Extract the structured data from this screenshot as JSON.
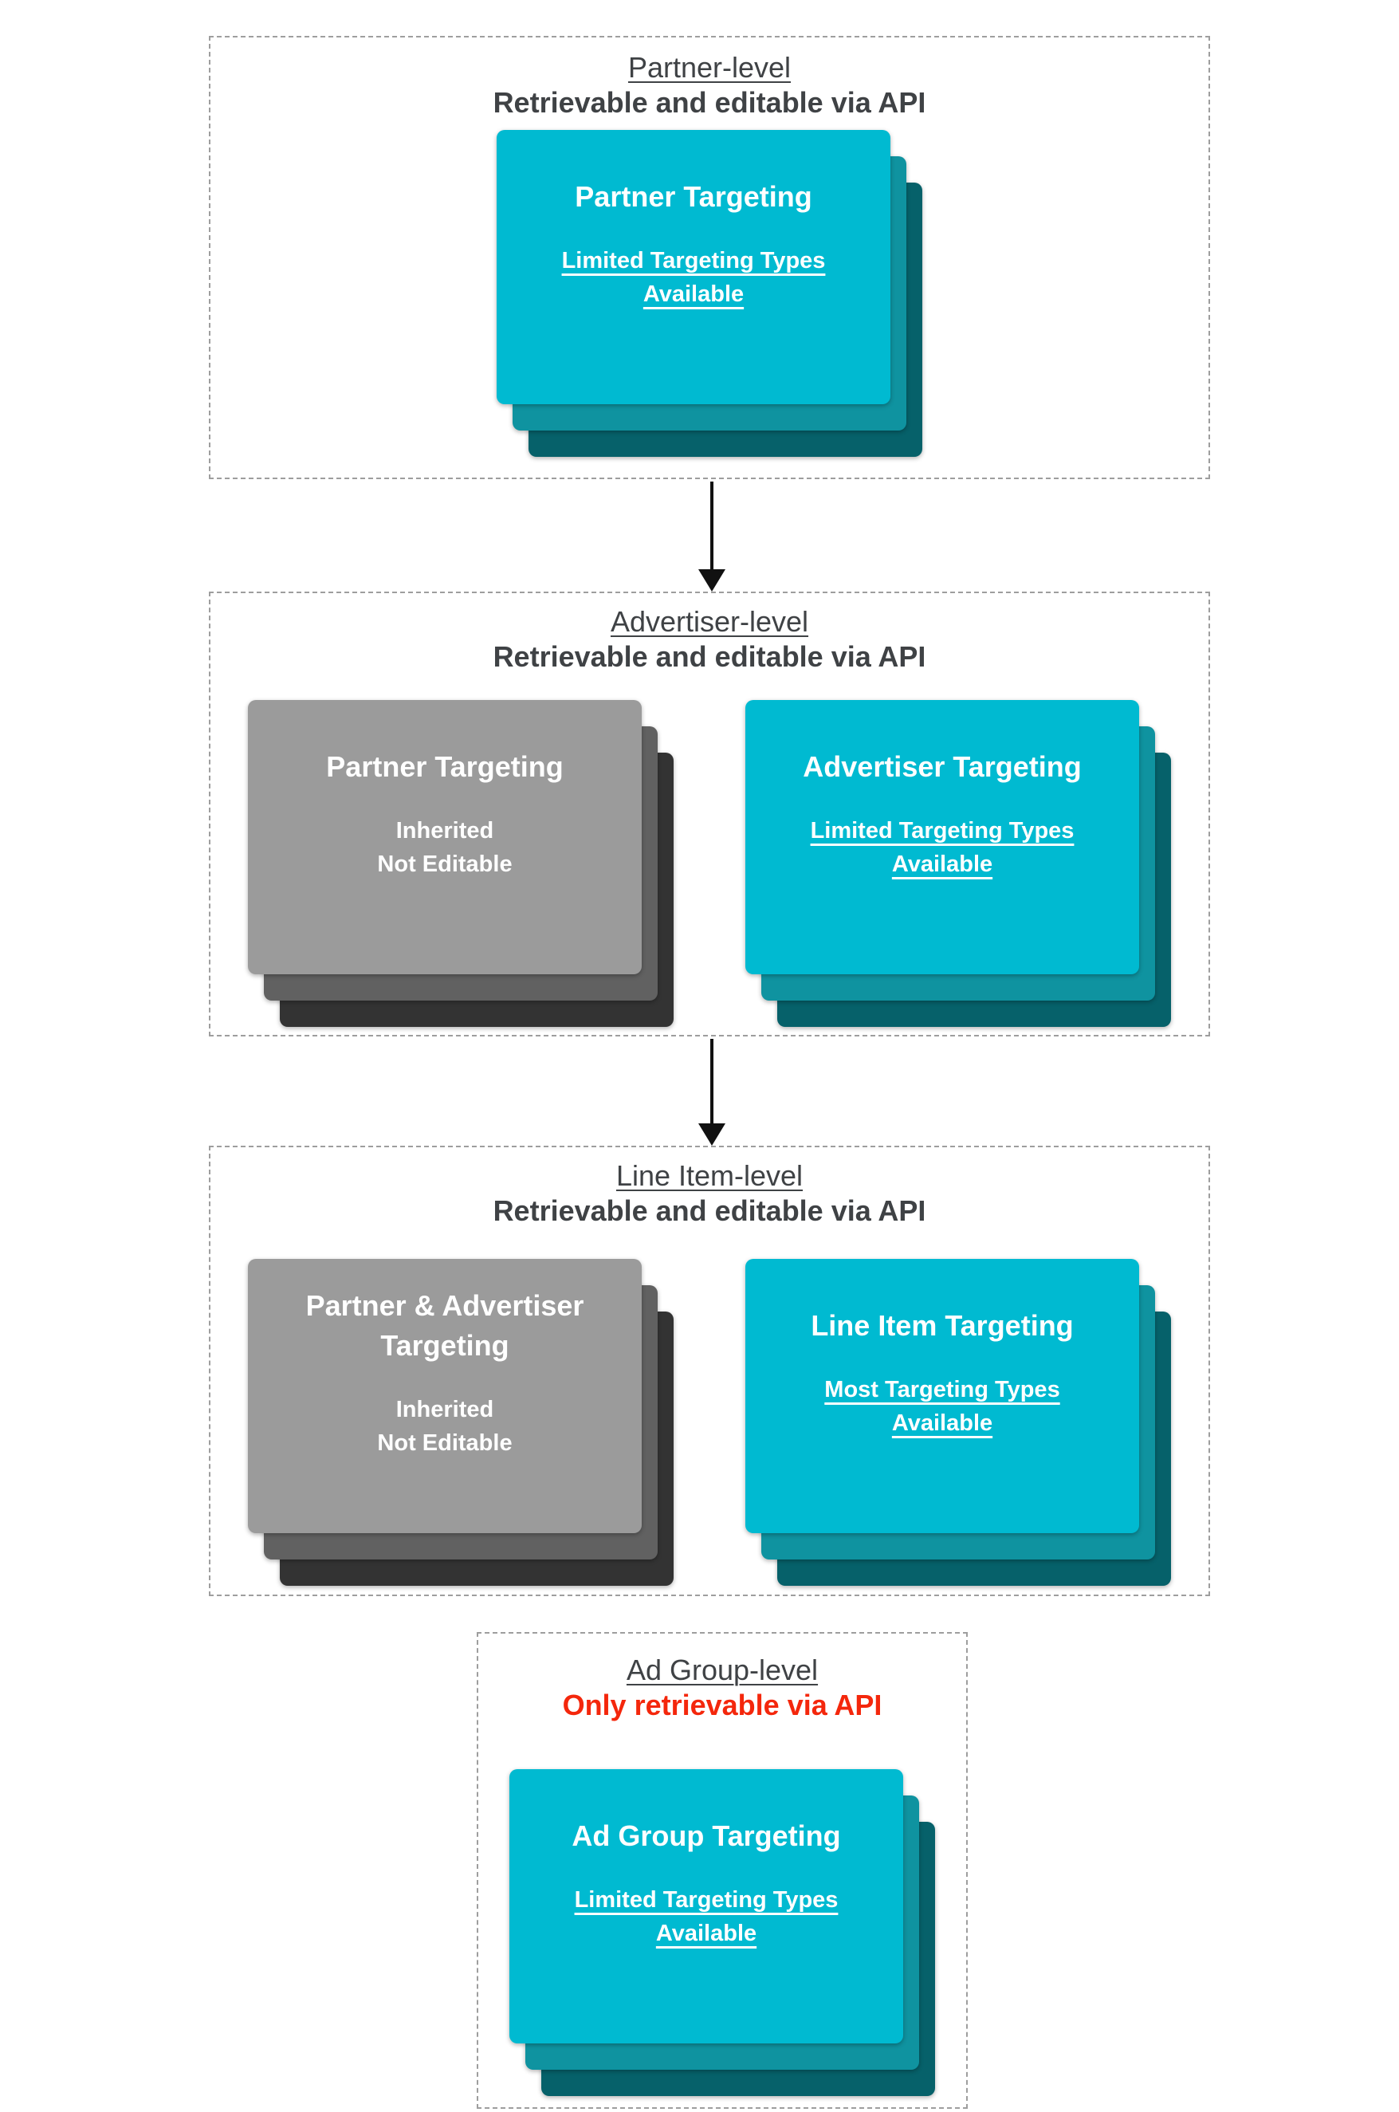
{
  "colors": {
    "teal-top": "#00BAD1",
    "teal-mid": "#0F93A0",
    "teal-dark": "#06616A",
    "gray-top": "#9B9B9B",
    "gray-mid": "#616161",
    "gray-dark": "#333333",
    "heading": "#3F4245",
    "alert-red": "#F4270C",
    "border-dash": "#9E9E9E",
    "arrow": "#111111"
  },
  "sections": [
    {
      "title": "Partner-level",
      "subtitle": "Retrievable and editable via API",
      "cards": [
        {
          "variant": "teal",
          "title": "Partner Targeting",
          "subtitle": "Limited Targeting Types Available"
        }
      ]
    },
    {
      "title": "Advertiser-level",
      "subtitle": "Retrievable and editable via API",
      "cards": [
        {
          "variant": "gray",
          "title": "Partner Targeting",
          "lines": [
            "Inherited",
            "Not Editable"
          ]
        },
        {
          "variant": "teal",
          "title": "Advertiser Targeting",
          "subtitle": "Limited Targeting Types Available"
        }
      ]
    },
    {
      "title": "Line Item-level",
      "subtitle": "Retrievable and editable via API",
      "cards": [
        {
          "variant": "gray",
          "title": "Partner & Advertiser Targeting",
          "lines": [
            "Inherited",
            "Not Editable"
          ]
        },
        {
          "variant": "teal",
          "title": "Line Item Targeting",
          "subtitle": "Most Targeting Types Available"
        }
      ]
    },
    {
      "title": "Ad Group-level",
      "subtitle": "Only retrievable via API",
      "cards": [
        {
          "variant": "teal",
          "title": "Ad Group Targeting",
          "subtitle": "Limited Targeting Types Available"
        }
      ]
    }
  ]
}
